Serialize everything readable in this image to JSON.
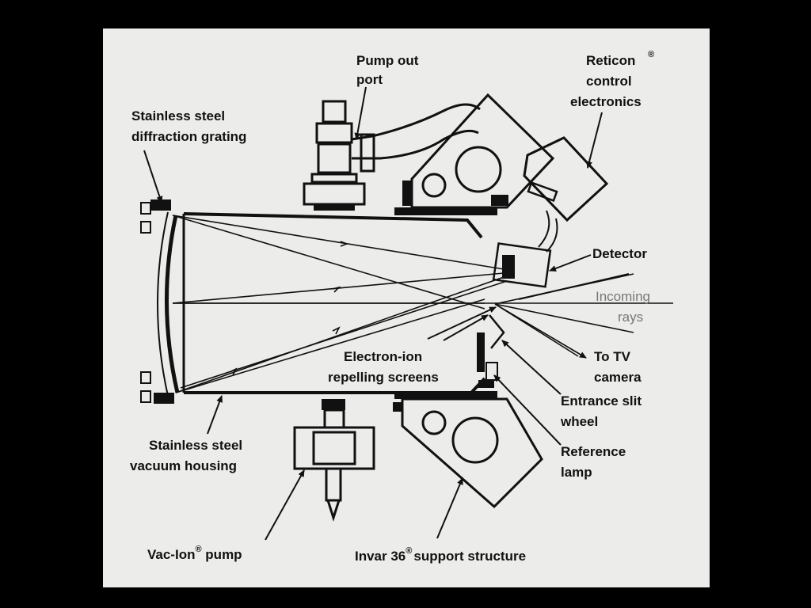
{
  "labels": {
    "pump_out_port": [
      "Pump out",
      "port"
    ],
    "reticon_control": [
      "Reticon",
      "control",
      "electronics"
    ],
    "reticon_reg": "®",
    "diffraction_grating": [
      "Stainless steel",
      "diffraction grating"
    ],
    "detector": "Detector",
    "incoming_rays": [
      "Incoming",
      "rays"
    ],
    "to_tv_camera": [
      "To TV",
      "camera"
    ],
    "electron_ion_screens": [
      "Electron-ion",
      "repelling screens"
    ],
    "entrance_slit_wheel": [
      "Entrance slit",
      "wheel"
    ],
    "vacuum_housing": [
      "Stainless steel",
      "vacuum housing"
    ],
    "reference_lamp": [
      "Reference",
      "lamp"
    ],
    "vac_ion_pump": "Vac-Ion",
    "vac_ion_pump_suffix": " pump",
    "vac_ion_reg": "®",
    "support_structure": "Invar 36",
    "support_structure_suffix": "support structure",
    "support_reg": "®"
  },
  "colors": {
    "background": "#000000",
    "panel": "#ececea",
    "ink": "#111111",
    "faint_text": "#777777"
  }
}
